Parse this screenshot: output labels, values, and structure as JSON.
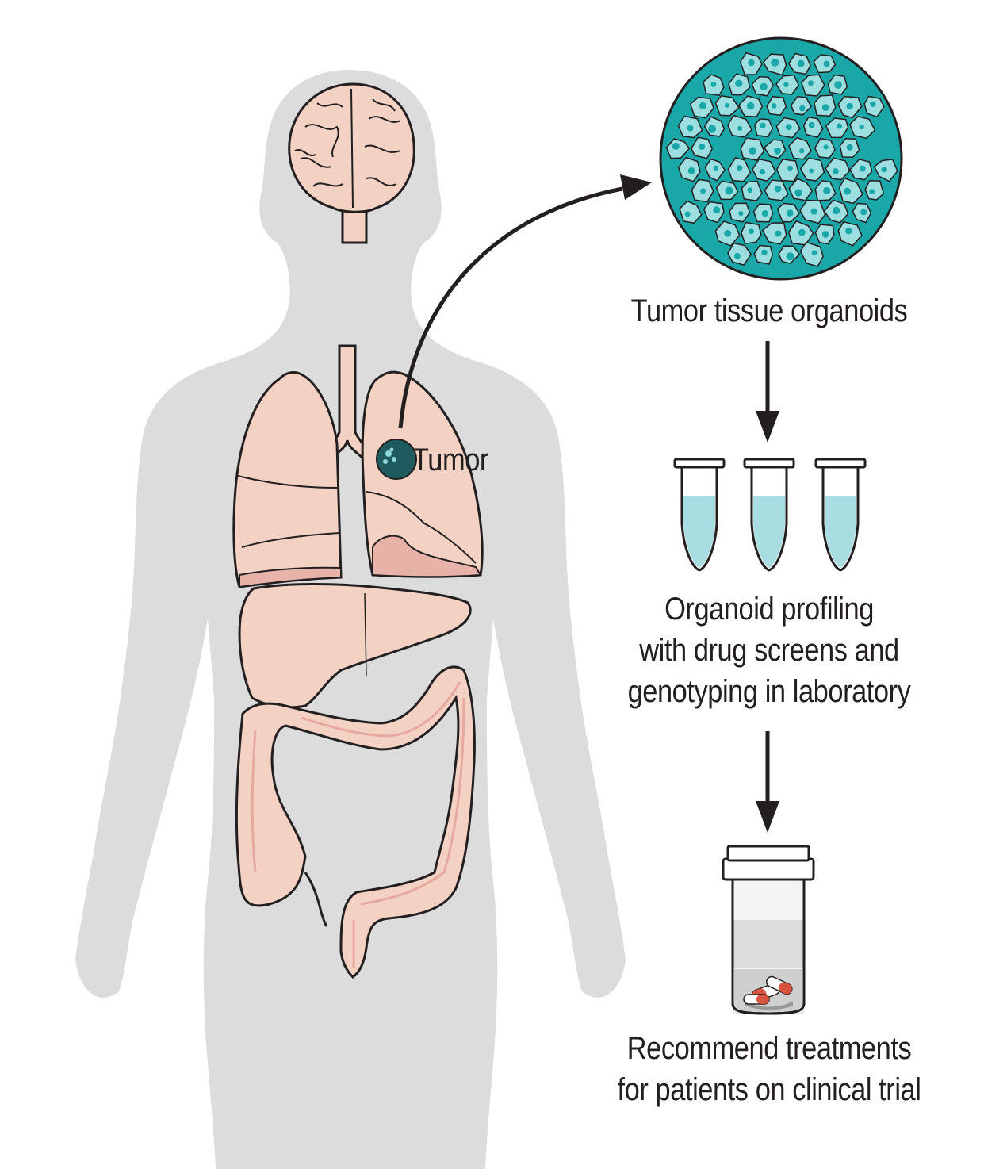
{
  "labels": {
    "organoids": "Tumor tissue organoids",
    "tumor": "Tumor",
    "profiling": [
      "Organoid profiling",
      "with drug screens and",
      "genotyping in laboratory"
    ],
    "recommend": [
      "Recommend treatments",
      "for patients on clinical trial"
    ]
  },
  "colors": {
    "silhouette": "#dcdcdc",
    "organ": "#f3d2c4",
    "organ_shade": "#e7b2a7",
    "outline": "#231f20",
    "organoid_cell": "#9ddfe0",
    "organoid_nucleus": "#1aa7a8",
    "tumor": "#1f5a5e",
    "liquid": "#a8dde2",
    "pill_red": "#d9543f"
  },
  "icons": [
    "brain-icon",
    "lungs-icon",
    "liver-icon",
    "colon-icon",
    "organoid-icon",
    "test-tube-icon",
    "pill-bottle-icon",
    "arrow-icon"
  ]
}
